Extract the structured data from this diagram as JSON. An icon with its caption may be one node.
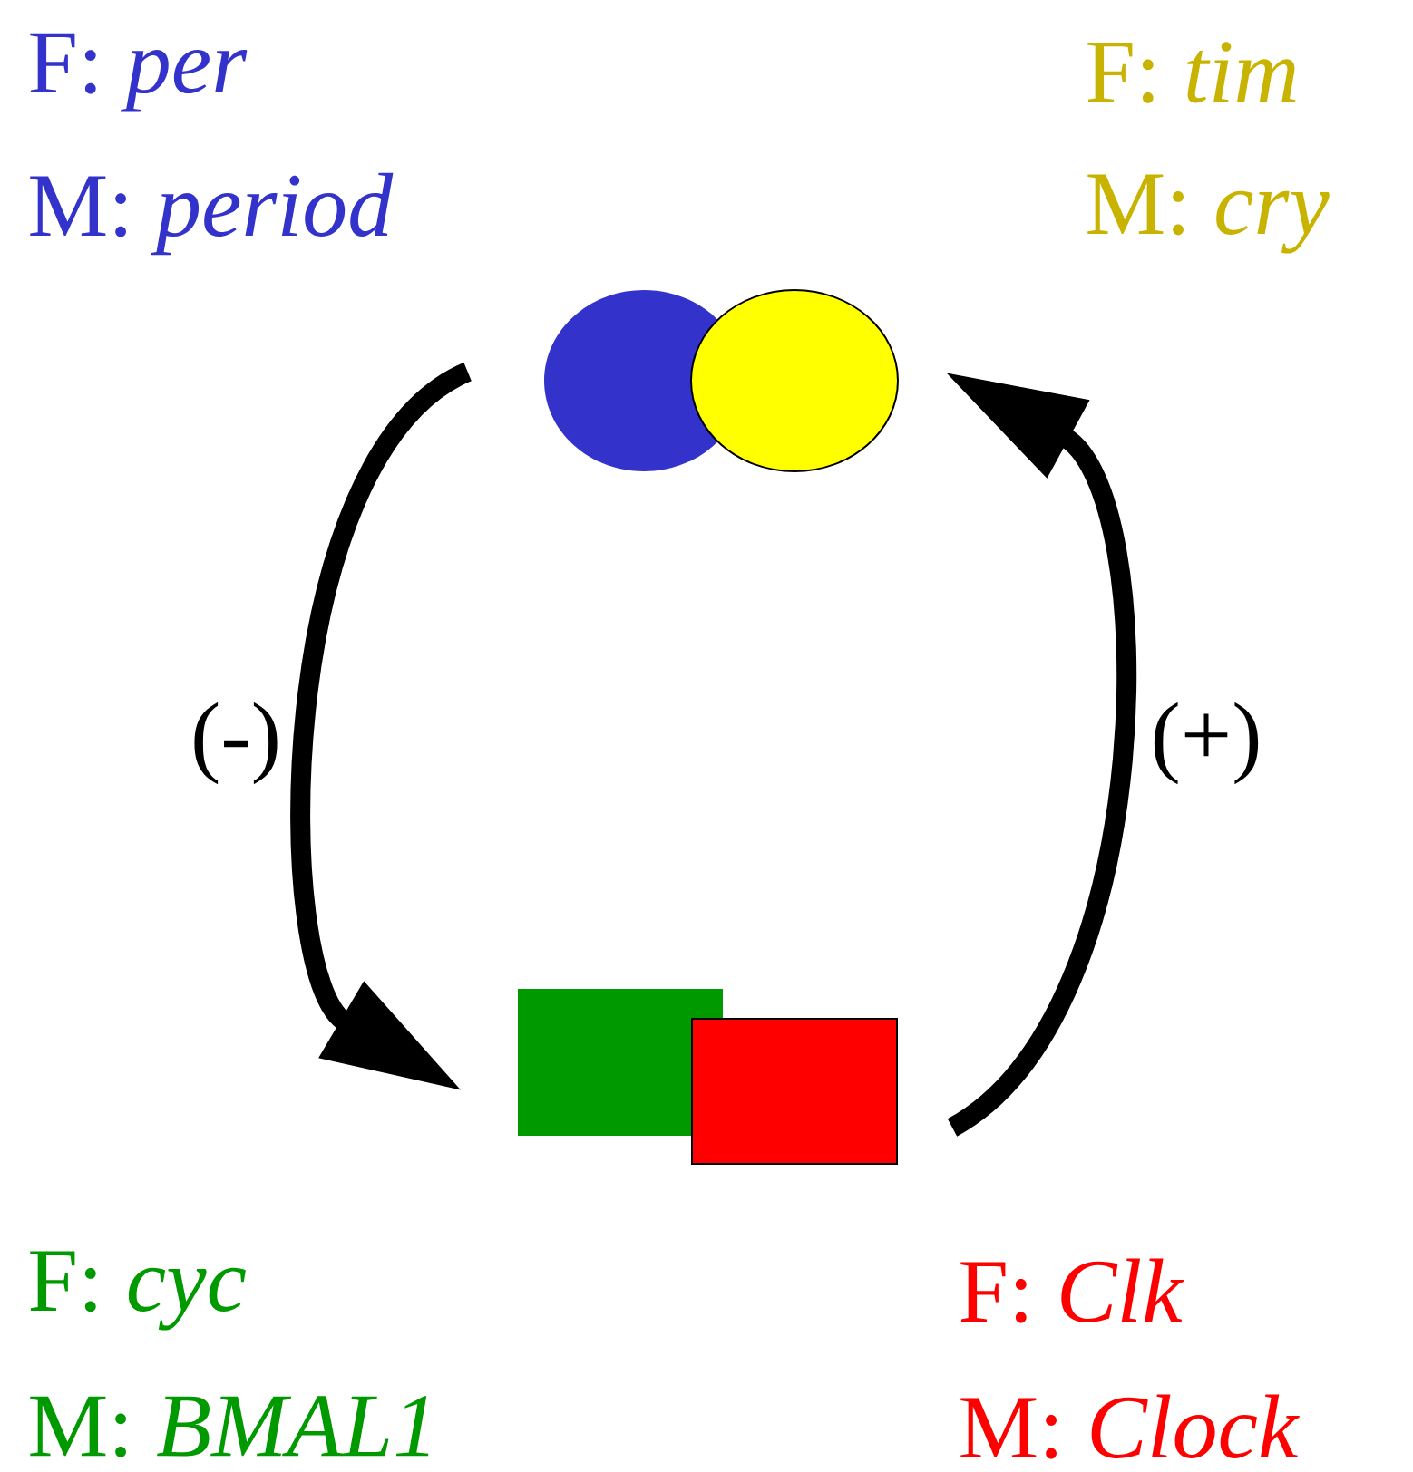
{
  "diagram": {
    "nodes": [
      {
        "text": [],
        "shape": "ellipse",
        "beside": [
          "F: *per*",
          "M: *period*"
        ]
      },
      {
        "text": [],
        "shape": "ellipse",
        "beside": [
          "F: *tim*",
          "M: *cry*"
        ]
      },
      {
        "text": [],
        "shape": "box",
        "beside": [
          "F: *cyc*",
          "M: *BMAL1*"
        ]
      },
      {
        "text": [],
        "shape": "box",
        "beside": [
          "F: *Clk*",
          "M: *Clock*"
        ]
      }
    ],
    "edges": [
      {
        "from": 0,
        "to": 2,
        "arrow": "to",
        "label": "(-)"
      },
      {
        "from": 3,
        "to": 1,
        "arrow": "to",
        "label": "(+)"
      }
    ]
  }
}
